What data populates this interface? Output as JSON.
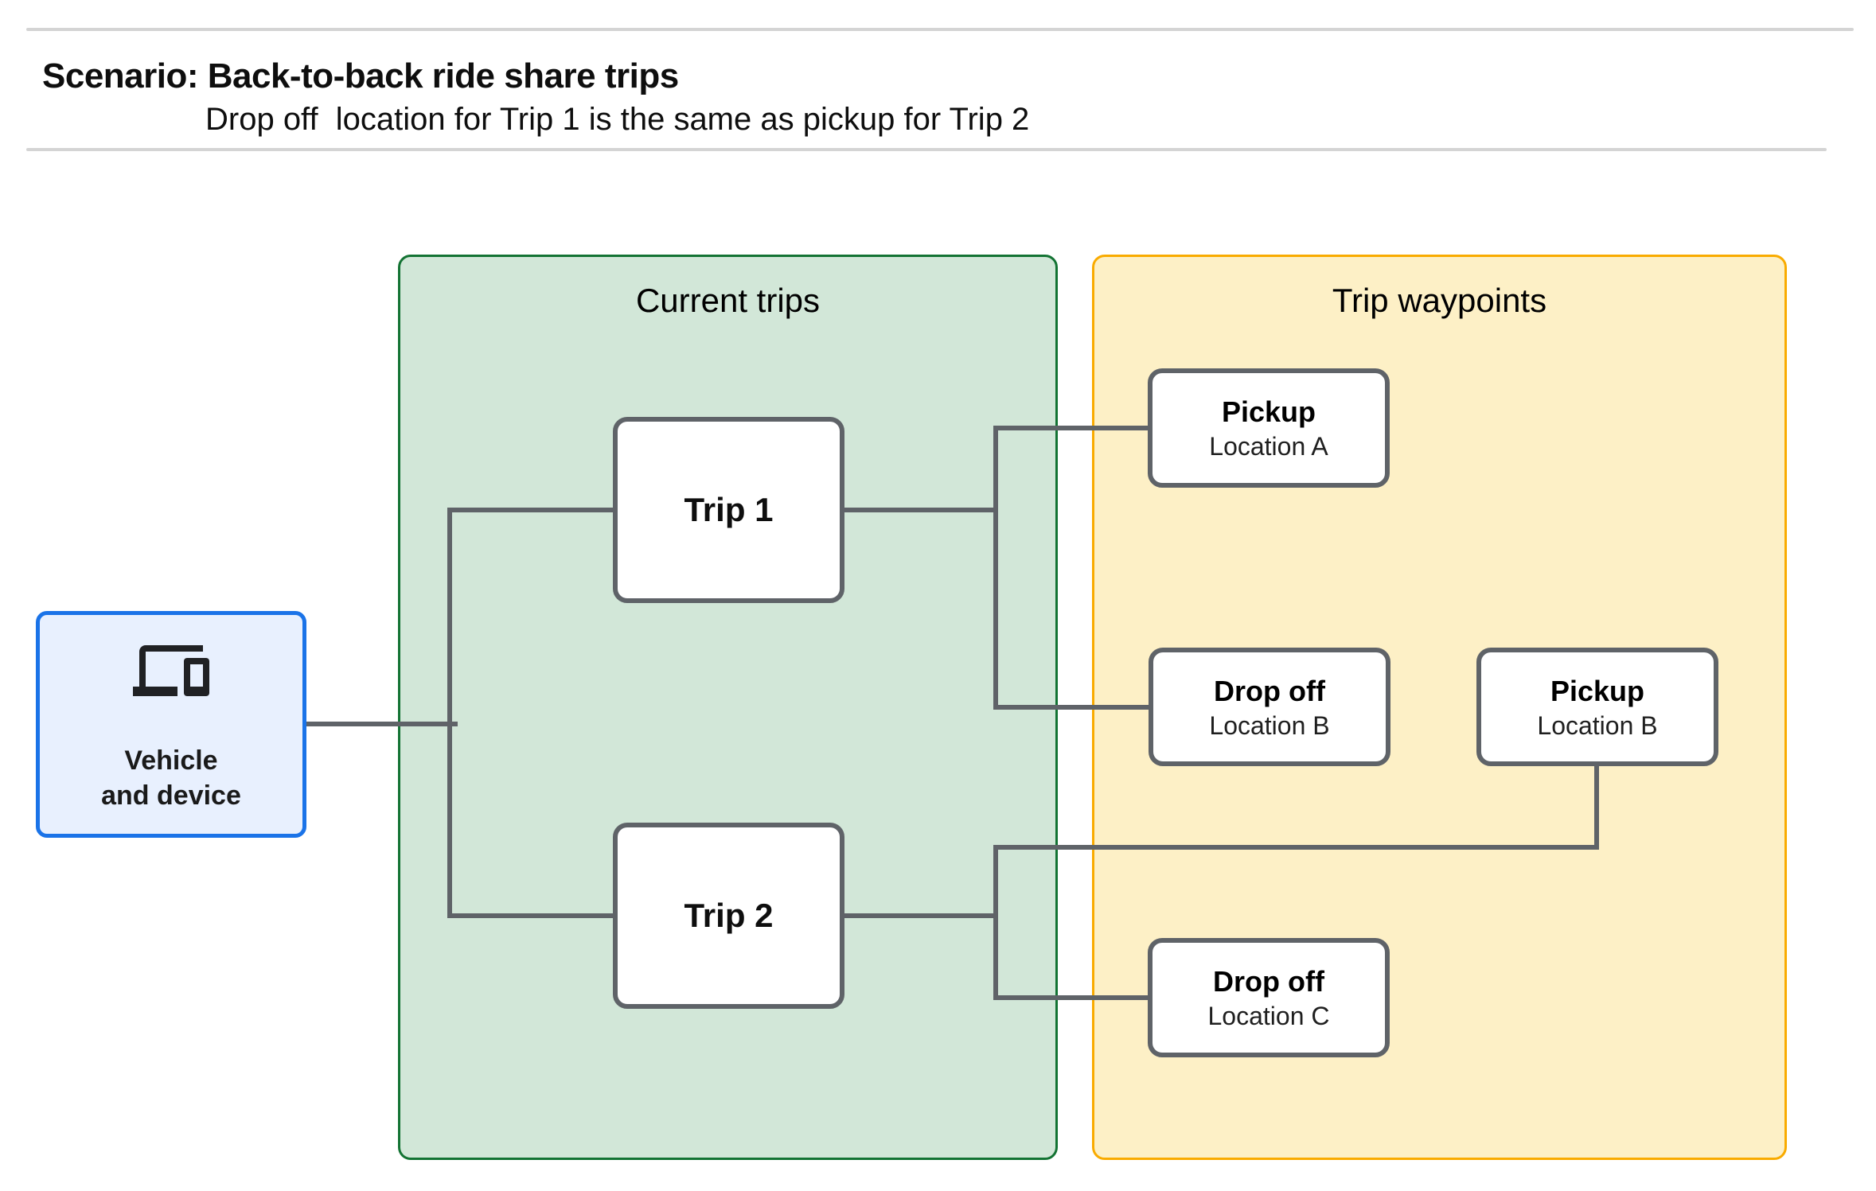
{
  "page": {
    "title": "Scenario: Back-to-back ride share trips",
    "subtitle": "Drop off  location for Trip 1 is the same as pickup for Trip 2"
  },
  "colors": {
    "blue_fill": "#e8f0fe",
    "blue_border": "#1a73e8",
    "green_fill": "#d2e7d8",
    "green_border": "#137333",
    "yellow_fill": "#fdf0c6",
    "yellow_border": "#f9ab00",
    "connector_gray": "#5f6368",
    "divider_gray": "#d4d4d4"
  },
  "diagram": {
    "vehicle": {
      "icon": "devices-icon",
      "label_line1": "Vehicle",
      "label_line2": "and device"
    },
    "current_trips": {
      "title": "Current trips",
      "trips": [
        {
          "label": "Trip 1"
        },
        {
          "label": "Trip 2"
        }
      ]
    },
    "trip_waypoints": {
      "title": "Trip waypoints",
      "waypoints": [
        {
          "type": "Pickup",
          "location": "Location A"
        },
        {
          "type": "Drop off",
          "location": "Location B"
        },
        {
          "type": "Pickup",
          "location": "Location B"
        },
        {
          "type": "Drop off",
          "location": "Location C"
        }
      ]
    }
  }
}
